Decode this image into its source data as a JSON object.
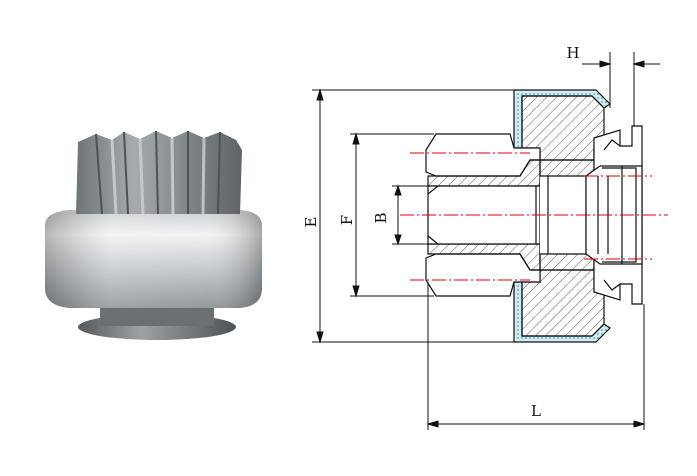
{
  "figure": {
    "photo": {
      "subject": "starter-drive-pinion-photo"
    },
    "drawing": {
      "dimension_labels": {
        "E": "E",
        "F": "F",
        "B": "B",
        "H": "H",
        "L": "L"
      }
    },
    "colors": {
      "line": "#111111",
      "centerline": "#e00000",
      "hatch": "#333333",
      "shell_fill": "#cfeef3",
      "shell_dots": "#2a8fa0",
      "metal_light": "#d9dcdf",
      "metal_dark": "#7d8285"
    }
  }
}
